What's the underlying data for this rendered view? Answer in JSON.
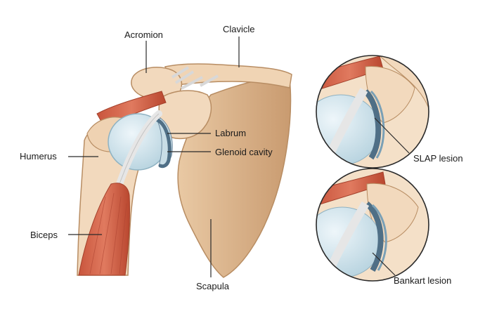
{
  "labels": {
    "acromion": "Acromion",
    "clavicle": "Clavicle",
    "labrum": "Labrum",
    "glenoid_cavity": "Glenoid cavity",
    "humerus": "Humerus",
    "biceps": "Biceps",
    "scapula": "Scapula",
    "slap_lesion": "SLAP lesion",
    "bankart_lesion": "Bankart lesion"
  },
  "colors": {
    "bone": "#f2d9bd",
    "bone_shadow": "#d9b48f",
    "muscle": "#d9674d",
    "muscle_dark": "#b84a36",
    "cartilage": "#cfe4ec",
    "labrum": "#4f6f86",
    "tendon": "#e4e4e4",
    "line": "#2a2a2a"
  }
}
